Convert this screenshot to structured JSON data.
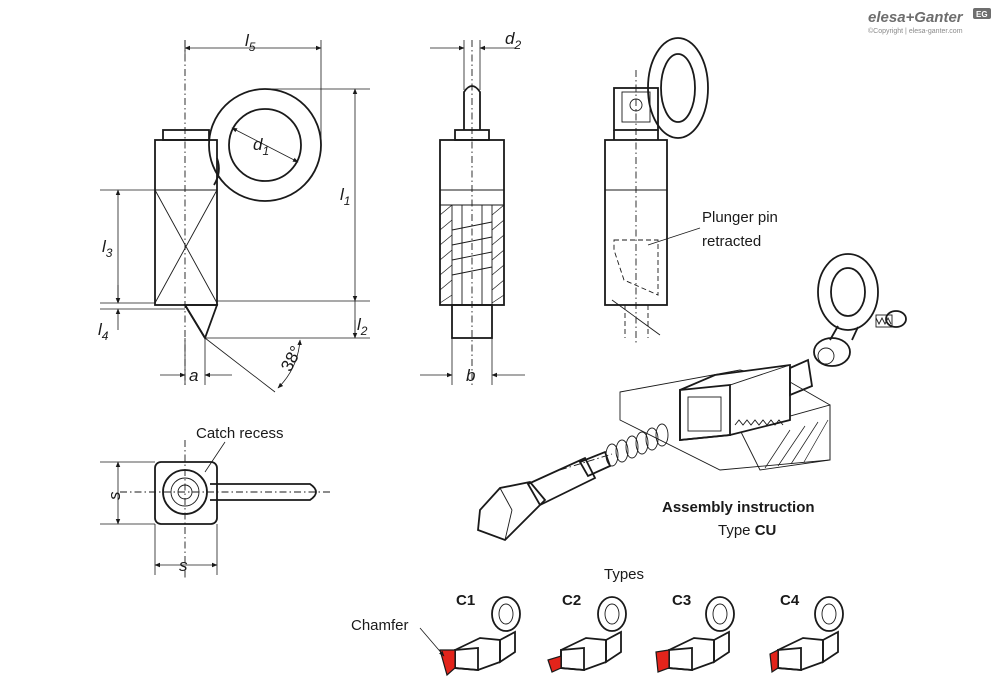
{
  "brand": {
    "logo_text": "elesa+Ganter",
    "copyright": "©Copyright | elesa-ganter.com",
    "badge": "EG"
  },
  "dimensions": {
    "l5": {
      "main": "l",
      "sub": "5"
    },
    "d2": {
      "main": "d",
      "sub": "2"
    },
    "d1": {
      "main": "d",
      "sub": "1"
    },
    "l1": {
      "main": "l",
      "sub": "1"
    },
    "l2": {
      "main": "l",
      "sub": "2"
    },
    "l3": {
      "main": "l",
      "sub": "3"
    },
    "l4": {
      "main": "l",
      "sub": "4"
    },
    "a": "a",
    "b": "b",
    "s_side": "s",
    "s_bottom": "s",
    "angle": "38°"
  },
  "labels": {
    "plunger_line1": "Plunger pin",
    "plunger_line2": "retracted",
    "catch_recess": "Catch recess",
    "assembly_title": "Assembly instruction",
    "assembly_type_prefix": "Type ",
    "assembly_type_code": "CU",
    "types_title": "Types",
    "chamfer": "Chamfer"
  },
  "types": [
    "C1",
    "C2",
    "C3",
    "C4"
  ],
  "colors": {
    "chamfer_highlight": "#e3241b",
    "line": "#1a1a1a"
  }
}
